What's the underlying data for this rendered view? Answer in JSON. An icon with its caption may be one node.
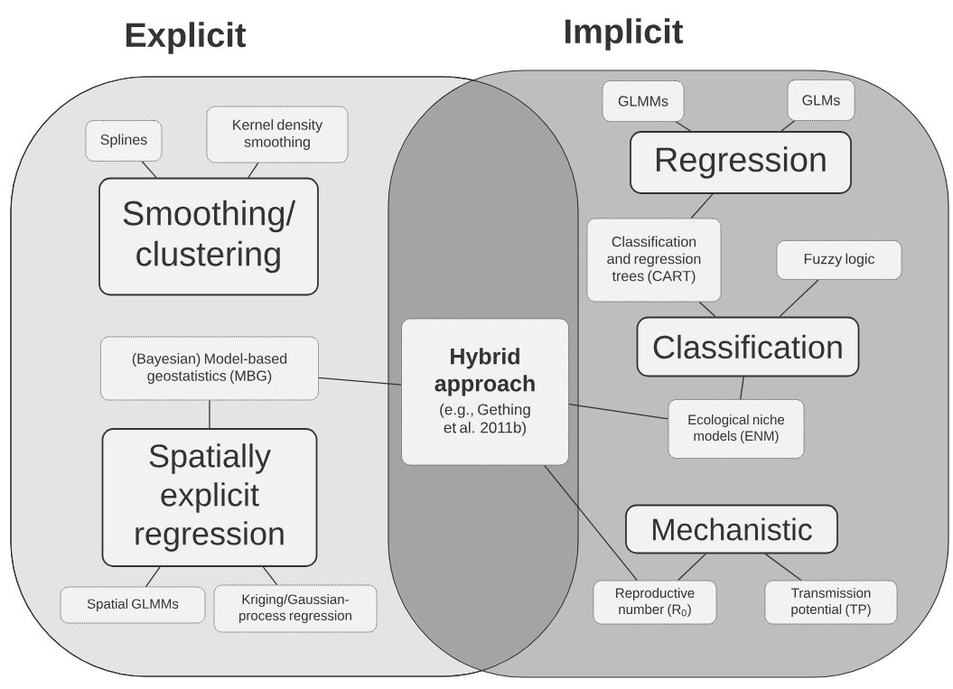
{
  "diagram": {
    "nodes": [
      {
        "text": [
          "Explicit"
        ]
      },
      {
        "text": [
          "Implicit"
        ]
      },
      {
        "text": [
          "Splines"
        ],
        "in": 0
      },
      {
        "text": [
          "Kernel density smoothing"
        ],
        "in": 0
      },
      {
        "text": [
          "Smoothing/ clustering"
        ],
        "in": 0
      },
      {
        "text": [
          "(Bayesian) Model-based geostatistics (MBG)"
        ],
        "in": 0
      },
      {
        "text": [
          "Spatially explicit regression"
        ],
        "in": 0
      },
      {
        "text": [
          "Spatial GLMMs"
        ],
        "in": 0
      },
      {
        "text": [
          "Kriging/Gaussian-process regression"
        ],
        "in": 0
      },
      {
        "text": [
          "Hybrid approach",
          "(e.g., Gething et al. 2011b)"
        ]
      },
      {
        "text": [
          "GLMMs"
        ],
        "in": 1
      },
      {
        "text": [
          "GLMs"
        ],
        "in": 1
      },
      {
        "text": [
          "Regression"
        ],
        "in": 1
      },
      {
        "text": [
          "Classification and regression trees (CART)"
        ],
        "in": 1
      },
      {
        "text": [
          "Fuzzy logic"
        ],
        "in": 1
      },
      {
        "text": [
          "Classification"
        ],
        "in": 1
      },
      {
        "text": [
          "Ecological niche models (ENM)"
        ],
        "in": 1
      },
      {
        "text": [
          "Mechanistic"
        ],
        "in": 1
      },
      {
        "text": [
          "Reproductive number (R$_{0}$)"
        ],
        "in": 1
      },
      {
        "text": [
          "Transmission potential (TP)"
        ],
        "in": 1
      }
    ],
    "edges": [
      {
        "from": 2,
        "to": 4,
        "arrow": "none"
      },
      {
        "from": 3,
        "to": 4,
        "arrow": "none"
      },
      {
        "from": 5,
        "to": 6,
        "arrow": "none"
      },
      {
        "from": 6,
        "to": 7,
        "arrow": "none"
      },
      {
        "from": 6,
        "to": 8,
        "arrow": "none"
      },
      {
        "from": 5,
        "to": 9,
        "arrow": "none"
      },
      {
        "from": 10,
        "to": 12,
        "arrow": "none"
      },
      {
        "from": 11,
        "to": 12,
        "arrow": "none"
      },
      {
        "from": 12,
        "to": 13,
        "arrow": "none"
      },
      {
        "from": 13,
        "to": 15,
        "arrow": "none"
      },
      {
        "from": 14,
        "to": 15,
        "arrow": "none"
      },
      {
        "from": 15,
        "to": 16,
        "arrow": "none"
      },
      {
        "from": 9,
        "to": 16,
        "arrow": "none"
      },
      {
        "from": 9,
        "to": 18,
        "arrow": "none"
      },
      {
        "from": 17,
        "to": 18,
        "arrow": "none"
      },
      {
        "from": 17,
        "to": 19,
        "arrow": "none"
      }
    ]
  }
}
